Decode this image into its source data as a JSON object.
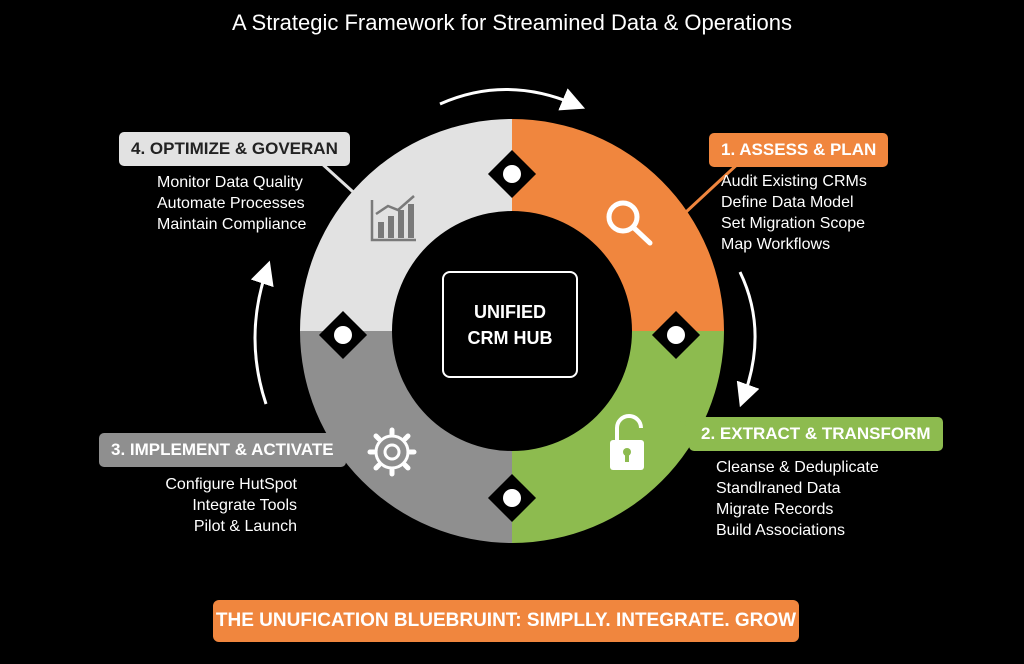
{
  "title": "A Strategic Framework for Streamined Data & Operations",
  "hub": {
    "line1": "UNIFIED",
    "line2": "CRM HUB"
  },
  "phases": [
    {
      "label": "1. ASSESS & PLAN",
      "color": "#f0863e",
      "icon": "magnifier-icon",
      "items": [
        "Audit Existing CRMs",
        "Define Data Model",
        "Set Migration Scope",
        "Map Workflows"
      ]
    },
    {
      "label": "2. EXTRACT & TRANSFORM",
      "color": "#8dbb4f",
      "icon": "padlock-icon",
      "items": [
        "Cleanse & Deduplicate",
        "Standlraned Data",
        "Migrate Records",
        "Build Associations"
      ]
    },
    {
      "label": "3. IMPLEMENT & ACTIVATE",
      "color": "#8f8f8f",
      "icon": "gear-icon",
      "items": [
        "Configure HutSpot",
        "Integrate Tools",
        "Pilot & Launch"
      ]
    },
    {
      "label": "4. OPTIMIZE & GOVERAN",
      "color": "#e2e2e2",
      "icon": "bar-chart-icon",
      "items": [
        "Monitor Data Quality",
        "Automate Processes",
        "Maintain Compliance"
      ]
    }
  ],
  "banner": "THE UNUFICATION BLUEBRUINT: SIMPLLY. INTEGRATE. GROW"
}
